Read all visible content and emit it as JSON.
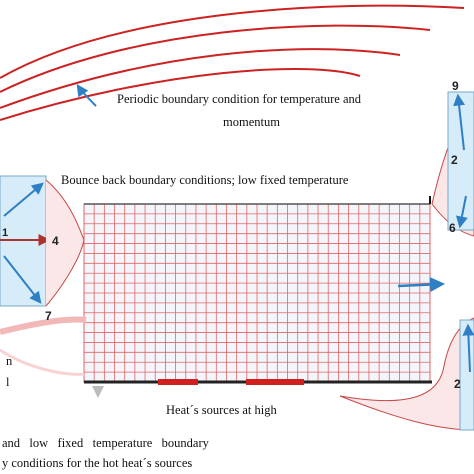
{
  "labels": {
    "periodic_line1": "Periodic boundary condition for temperature and",
    "periodic_line2": "momentum",
    "bounce_back": "Bounce back boundary conditions; low fixed temperature",
    "heat_sources": "Heat´s sources at high",
    "bottom_line1": "and   low   fixed   temperature   boundary",
    "bottom_line2": "y conditions for the hot heat´s sources",
    "left_fragment1": "n",
    "left_fragment2": "l"
  },
  "lattice_numbers": {
    "left_center": "1",
    "left_right": "4",
    "left_bottom": "7",
    "right_top": "9",
    "right_middle": "2",
    "right_bottom": "6",
    "right_lower": "2"
  },
  "colors": {
    "grid_line": "#e06666",
    "grid_fill": "#f3f5fb",
    "arrow_blue": "#2f7fc4",
    "boundary_red": "#cc2222",
    "heat_source": "#d11f1f",
    "lattice_fill": "#d6ecf8",
    "callout_stroke": "#c84848"
  }
}
